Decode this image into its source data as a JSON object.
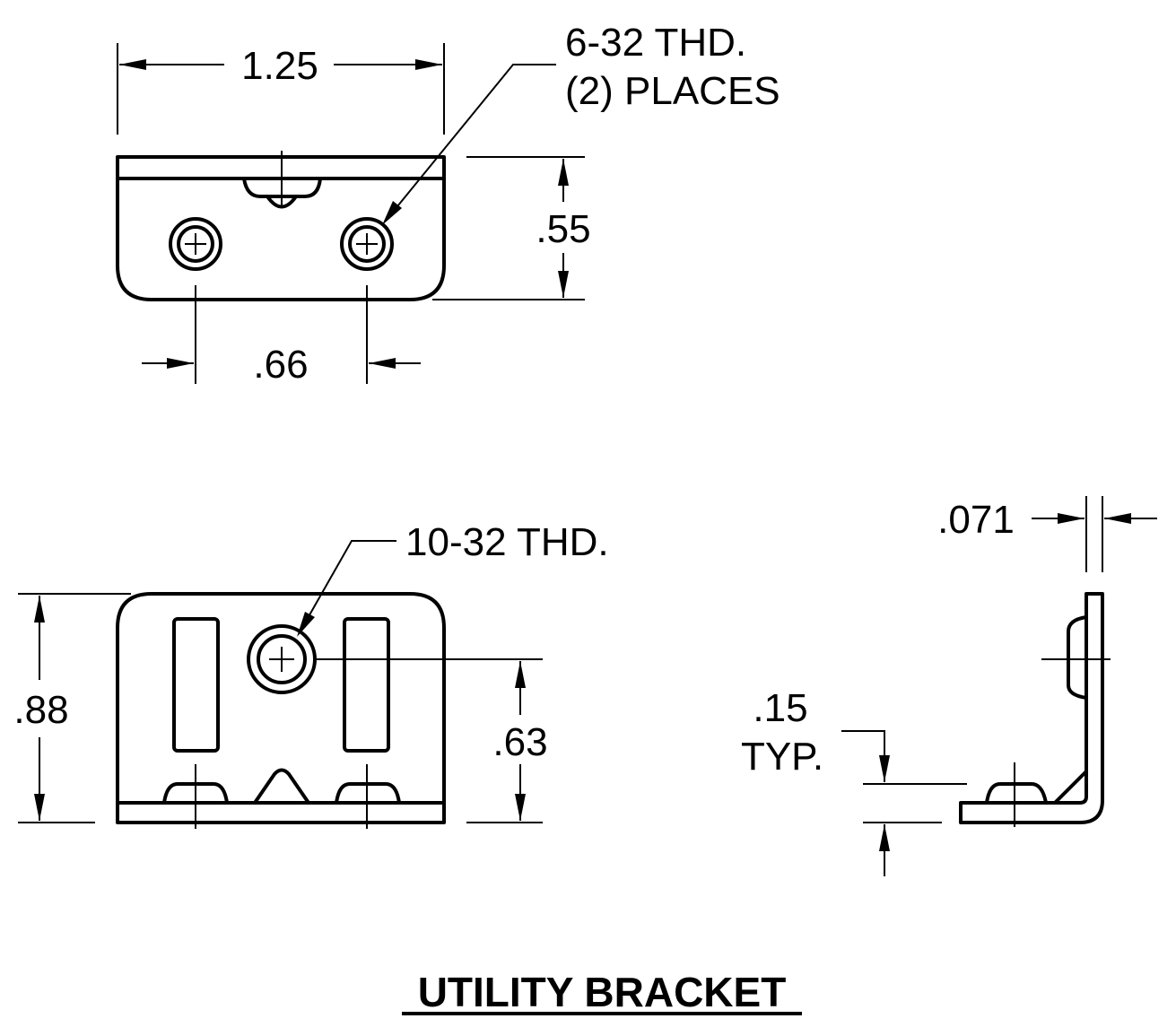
{
  "title": "UTILITY BRACKET",
  "top_view": {
    "width_dim": "1.25",
    "height_dim": ".55",
    "hole_spacing_dim": ".66",
    "thread_note_line1": "6-32 THD.",
    "thread_note_line2": "(2) PLACES"
  },
  "front_view": {
    "height_dim": ".88",
    "hole_height_dim": ".63",
    "thread_note": "10-32 THD."
  },
  "side_view": {
    "thickness_dim": ".071",
    "flange_dim_line1": ".15",
    "flange_dim_line2": "TYP."
  }
}
